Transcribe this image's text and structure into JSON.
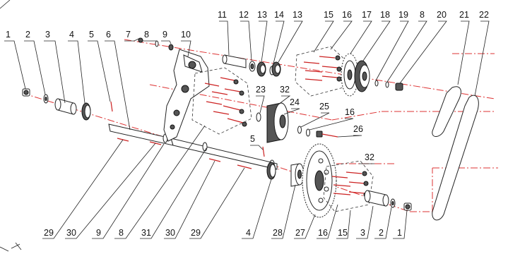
{
  "top_labels": [
    "1",
    "2",
    "3",
    "4",
    "5",
    "6",
    "7",
    "8",
    "9",
    "10",
    "11",
    "12",
    "13",
    "14",
    "13",
    "15",
    "16",
    "17",
    "18",
    "19",
    "8",
    "20",
    "21",
    "22"
  ],
  "mid_labels": [
    "23",
    "32",
    "24",
    "25",
    "16",
    "26",
    "5",
    "32"
  ],
  "bottom_labels": [
    "29",
    "30",
    "9",
    "8",
    "31",
    "30",
    "29",
    "4",
    "28",
    "27",
    "16",
    "15",
    "3",
    "2",
    "1"
  ]
}
